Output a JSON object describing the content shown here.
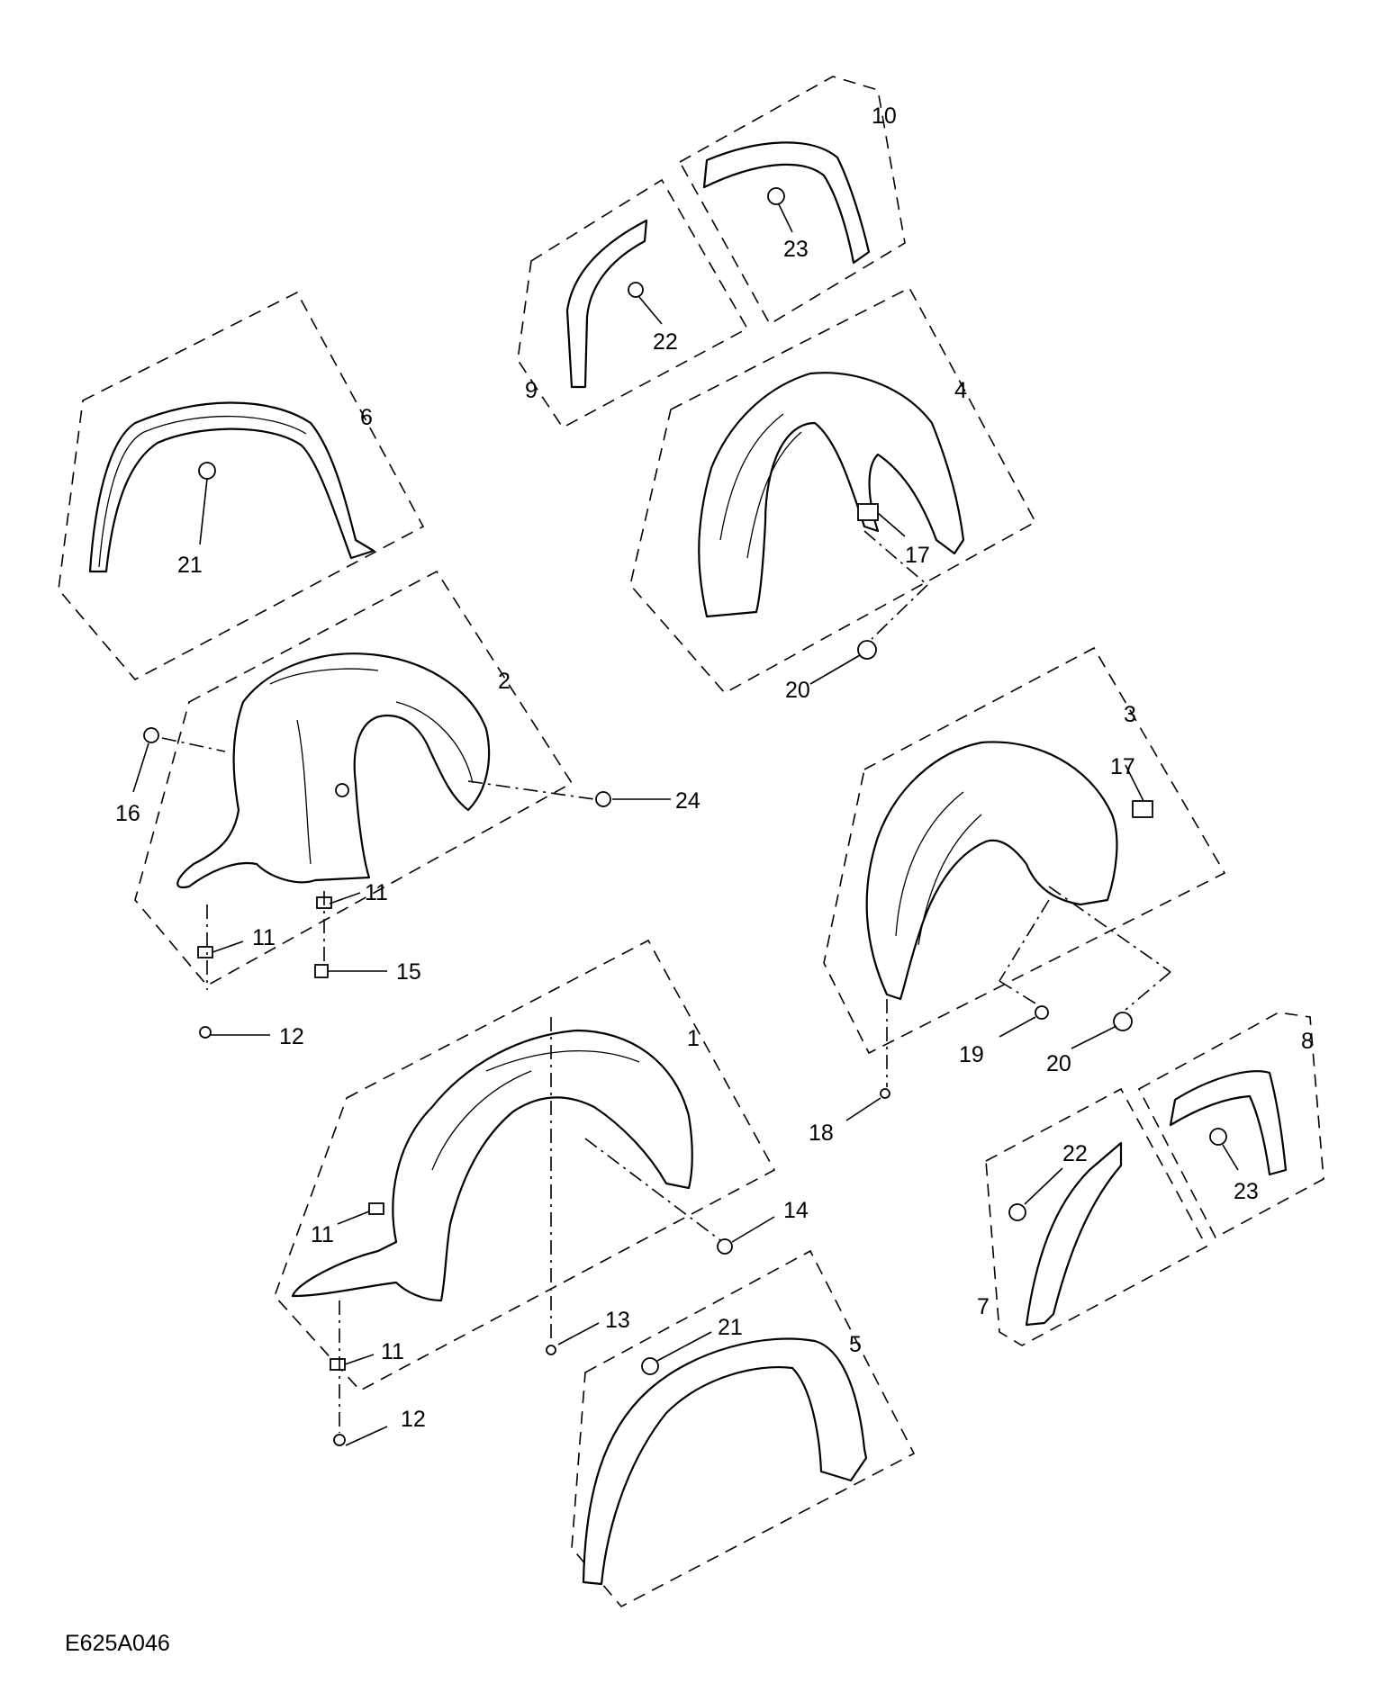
{
  "drawing_code": "E625A046",
  "callouts": {
    "c1": "1",
    "c2": "2",
    "c3": "3",
    "c4": "4",
    "c5": "5",
    "c6": "6",
    "c7": "7",
    "c8": "8",
    "c9": "9",
    "c10": "10",
    "c11a": "11",
    "c11b": "11",
    "c11c": "11",
    "c11d": "11",
    "c12a": "12",
    "c12b": "12",
    "c13": "13",
    "c14": "14",
    "c15": "15",
    "c16": "16",
    "c17a": "17",
    "c17b": "17",
    "c18": "18",
    "c19": "19",
    "c20a": "20",
    "c20b": "20",
    "c21a": "21",
    "c21b": "21",
    "c22a": "22",
    "c22b": "22",
    "c23a": "23",
    "c23b": "23",
    "c24": "24"
  }
}
